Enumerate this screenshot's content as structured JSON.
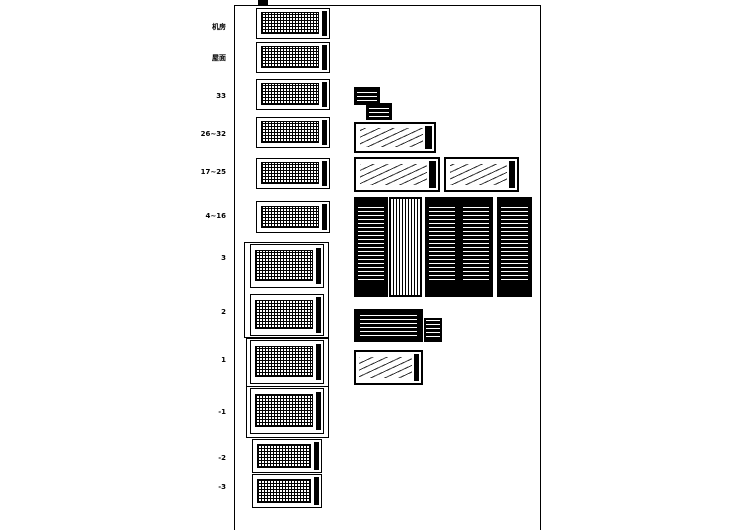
{
  "floor_labels": [
    "机房",
    "屋面",
    "33",
    "26~32",
    "17~25",
    "4~16",
    "3",
    "2",
    "1",
    "-1",
    "-2",
    "-3"
  ]
}
